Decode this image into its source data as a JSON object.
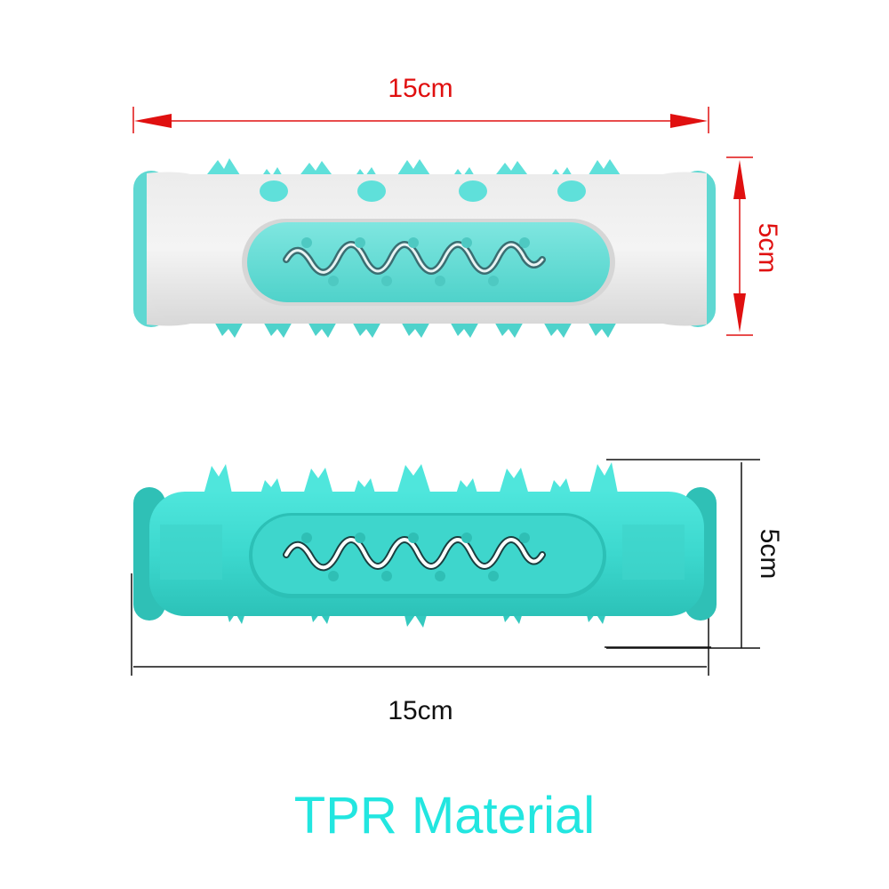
{
  "top_view": {
    "width_label": "15cm",
    "height_label": "5cm",
    "dimension_color": "#e01010",
    "body_color": "#e8e8e8",
    "accent_color": "#5fd8d2"
  },
  "bottom_view": {
    "width_label": "15cm",
    "height_label": "5cm",
    "dimension_color": "#111111",
    "body_color": "#3ad6cc"
  },
  "caption": {
    "text": "TPR Material",
    "color": "#22e6e0"
  }
}
